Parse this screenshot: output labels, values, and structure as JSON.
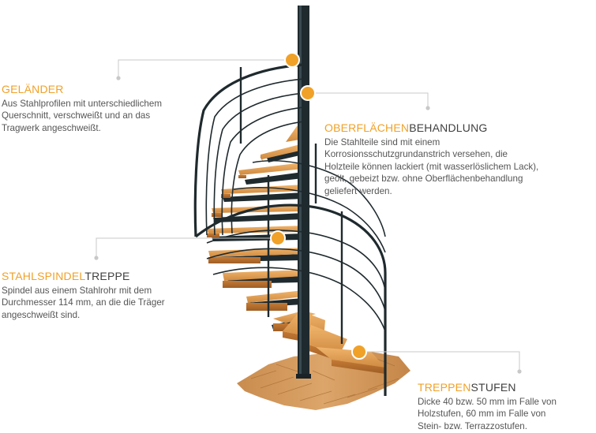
{
  "callouts": {
    "gelaender": {
      "title_highlight": "GELÄNDER",
      "title_rest": "",
      "lines": [
        "Aus Stahlprofilen mit unterschiedlichem",
        "Querschnitt, verschweißt und an das",
        "Tragwerk angeschweißt."
      ]
    },
    "oberflaechen": {
      "title_highlight": "OBERFLÄCHEN",
      "title_rest": "BEHANDLUNG",
      "lines": [
        "Die Stahlteile sind mit einem",
        "Korrosionsschutzgrundanstrich versehen, die",
        "Holzteile können lackiert (mit wasserlöslichem Lack),",
        "geölt, gebeizt bzw. ohne Oberflächenbehandlung",
        "geliefert werden."
      ]
    },
    "stahlspindel": {
      "title_highlight": "STAHLSPINDEL",
      "title_rest": "TREPPE",
      "lines": [
        "Spindel aus einem Stahlrohr mit dem",
        "Durchmesser 114 mm, an die die Träger",
        "angeschweißt sind."
      ]
    },
    "treppenstufen": {
      "title_highlight": "TREPPEN",
      "title_rest": "STUFEN",
      "lines": [
        "Dicke 40 bzw. 50 mm im Falle von",
        "Holzstufen, 60 mm im Falle von",
        "Stein- bzw. Terrazzostufen."
      ]
    }
  },
  "colors": {
    "accent": "#f0a128",
    "steel": "#1f2a2e",
    "wood": "#d9954a",
    "leader": "#c8c8c8"
  },
  "icons": [
    "marker-dot-icon",
    "leader-end-icon"
  ]
}
